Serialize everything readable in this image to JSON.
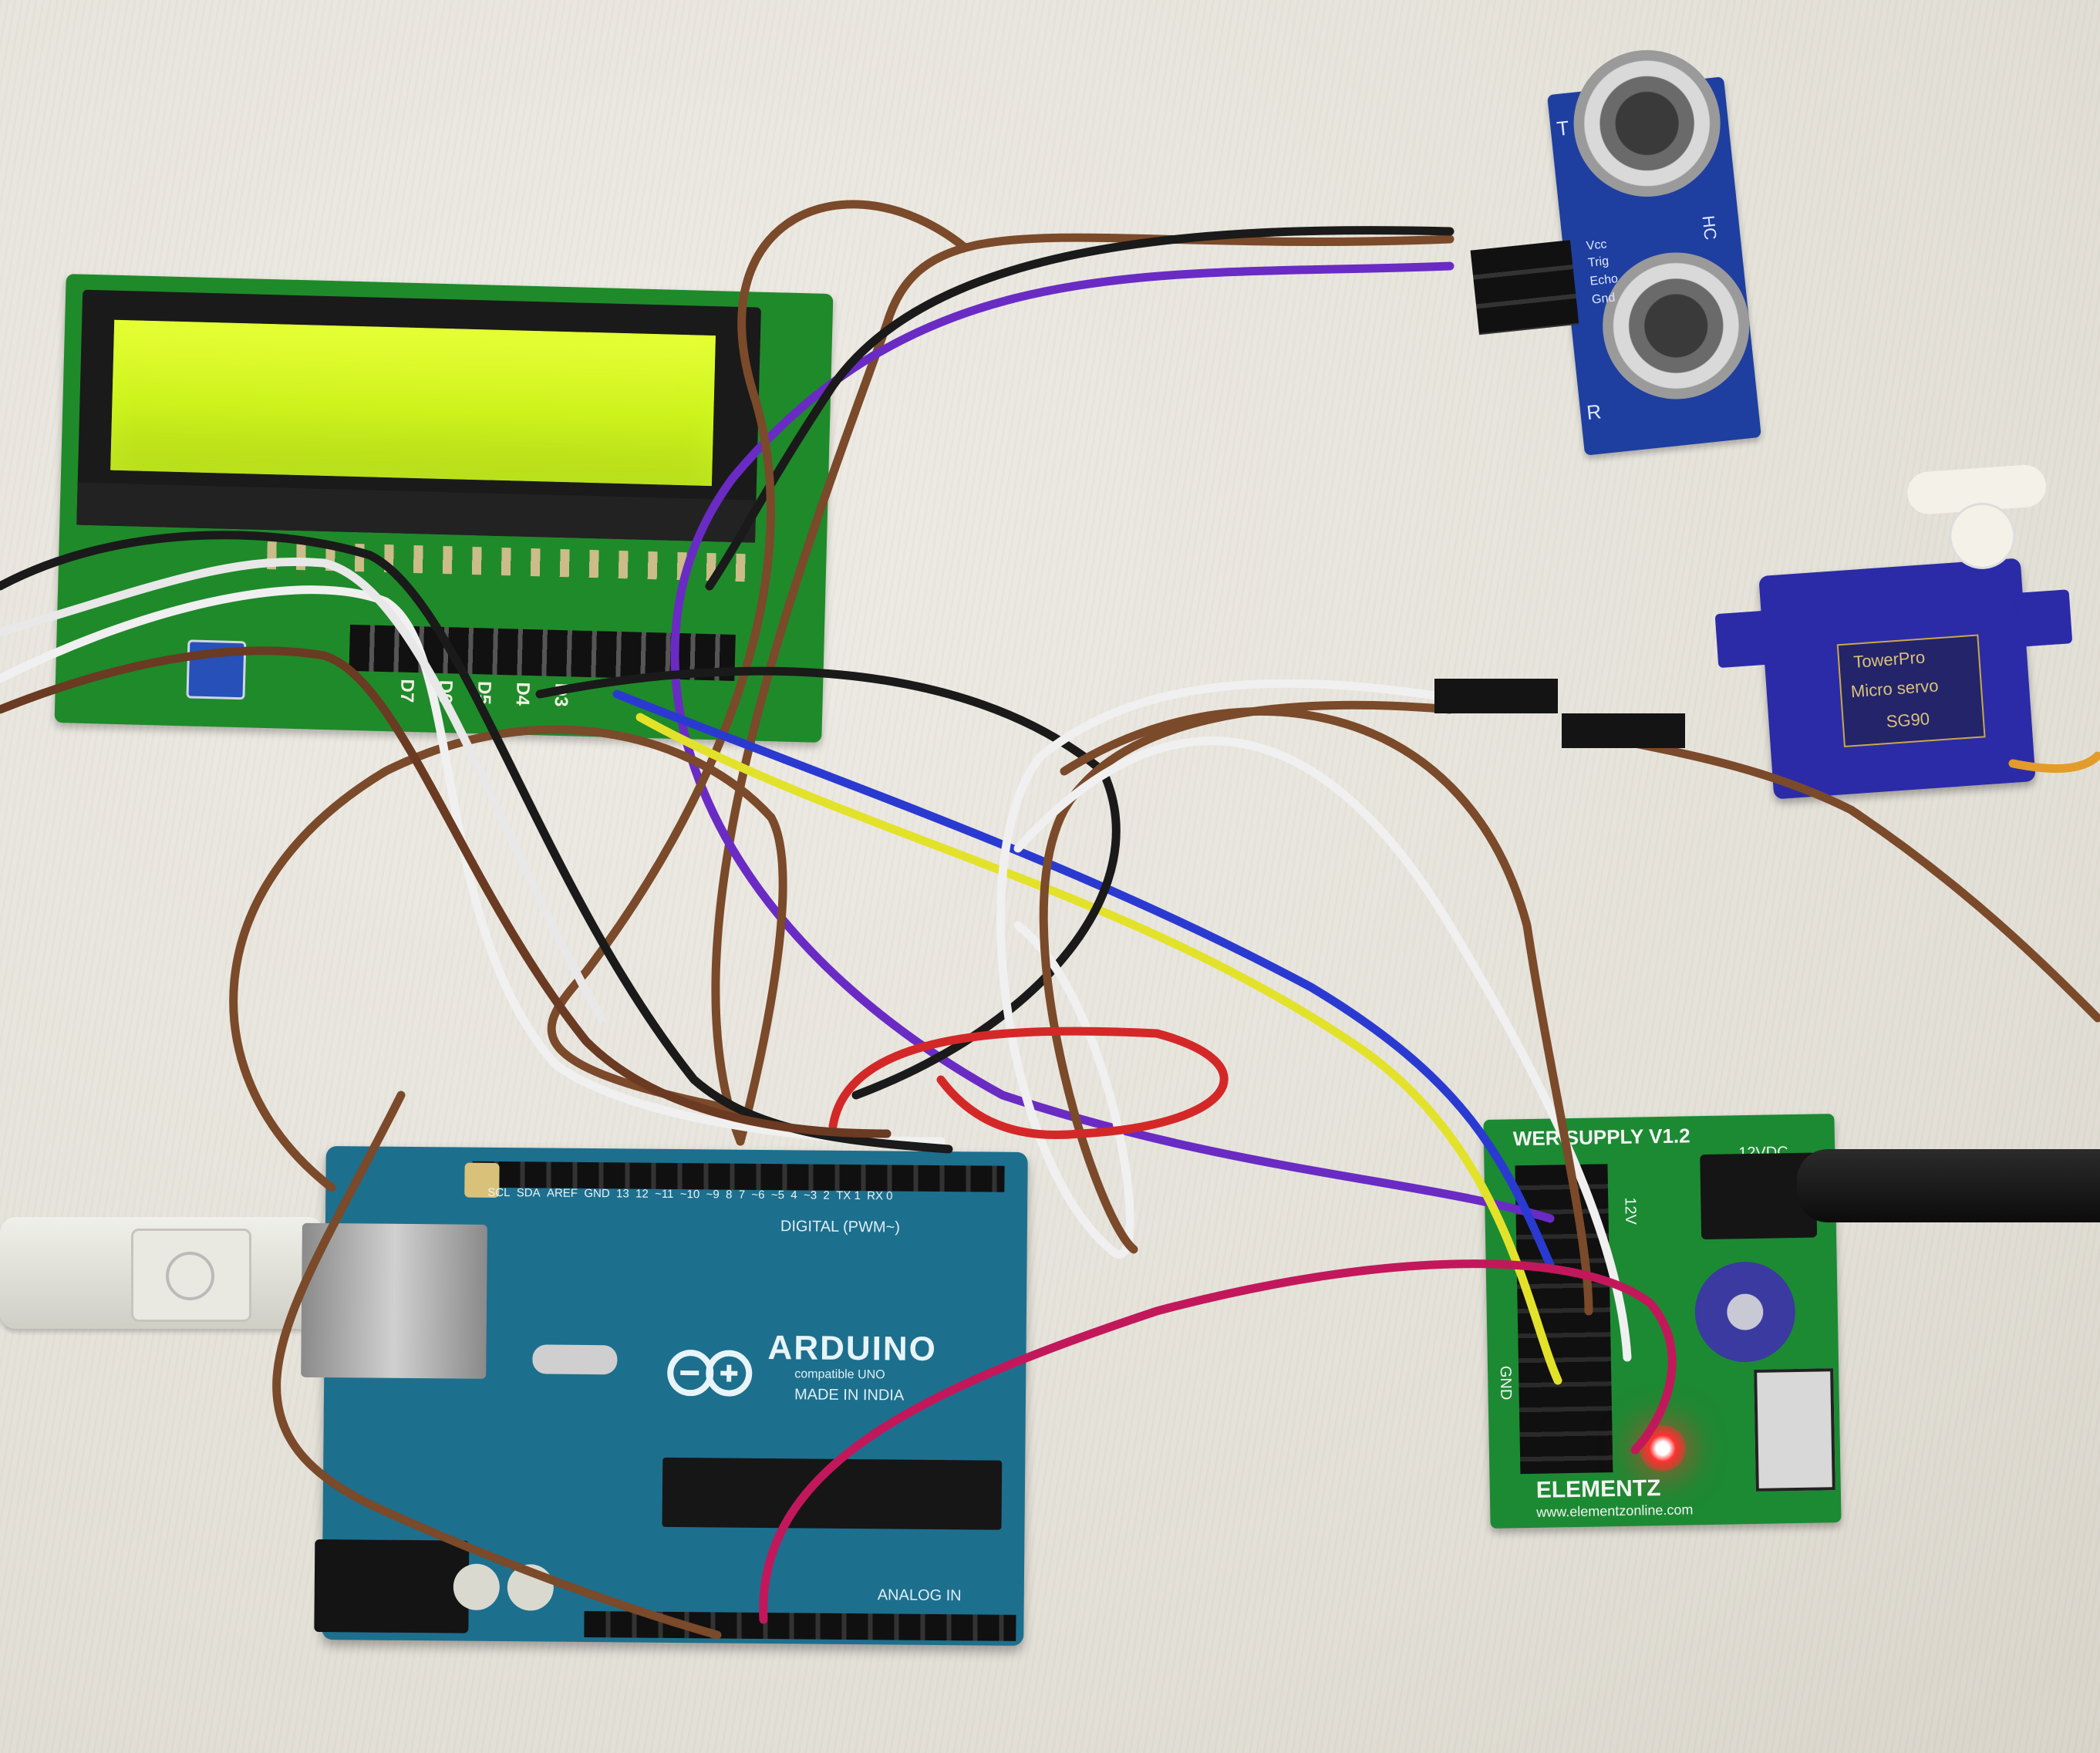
{
  "scene": {
    "lcd_module": {
      "pin_labels": [
        "D7",
        "D6",
        "D5",
        "D4",
        "D3"
      ]
    },
    "ultrasonic_sensor": {
      "pin_labels": [
        "Vcc",
        "Trig",
        "Echo",
        "Gnd"
      ],
      "side_left": "T",
      "side_right": "R",
      "model": "HC"
    },
    "servo": {
      "brand": "TowerPro",
      "model_line1": "Micro servo",
      "model_line2": "SG90"
    },
    "arduino": {
      "logo_text": "ARDUINO",
      "sub1": "compatible UNO",
      "sub2": "MADE IN INDIA",
      "digital_label": "DIGITAL (PWM~)",
      "analog_label": "ANALOG IN",
      "pin_labels": [
        "SCL",
        "SDA",
        "AREF",
        "GND",
        "13",
        "12",
        "~11",
        "~10",
        "~9",
        "8",
        "7",
        "~6",
        "~5",
        "4",
        "~3",
        "2",
        "TX 1",
        "RX 0"
      ]
    },
    "power_supply": {
      "title": "WER SUPPLY V1.2",
      "input_label": "12VDC",
      "rail_12v": "12V",
      "gnd_label": "GND",
      "brand": "ELEMENTZ",
      "website": "www.elementzonline.com"
    },
    "colors": {
      "table": "#e7e4dc",
      "lcd_backlight": "#d7f520",
      "arduino_pcb": "#1d6f8e",
      "psu_pcb": "#1c8a33",
      "servo_body": "#2b2ba8",
      "ultrasonic_pcb": "#1e3fa0"
    }
  }
}
